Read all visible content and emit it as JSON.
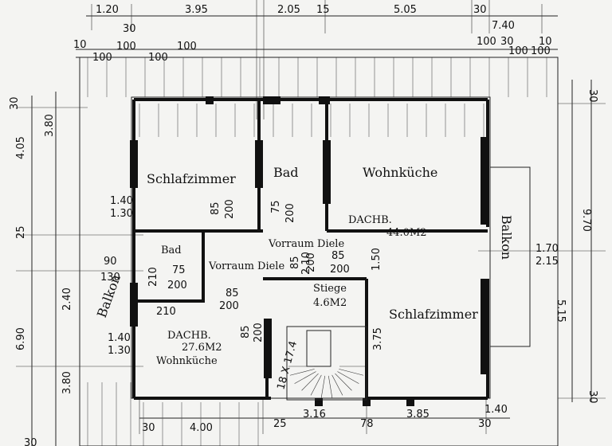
{
  "rooms": {
    "schlafzimmer_top": "Schlafzimmer",
    "bad_top": "Bad",
    "wohnkueche_top": "Wohnküche",
    "bad_small": "Bad",
    "vorraum_diele_left": "Vorraum Diele",
    "vorraum_diele_center": "Vorraum Diele",
    "stiege": "Stiege",
    "stiege_area": "4.6M2",
    "dachb_right": "DACHB.",
    "dachb_right_area": "44.0M2",
    "schlafzimmer_right": "Schlafzimmer",
    "balkon_right": "Balkon",
    "balkon_left": "Balkon",
    "dachb_left": "DACHB.",
    "dachb_left_area": "27.6M2",
    "wohnkueche_left": "Wohnküche"
  },
  "top_dims": [
    "1.20",
    "3.95",
    "2.05",
    "15",
    "5.05",
    "30",
    "7.40",
    "30"
  ],
  "second_row_dims": [
    "10",
    "100",
    "100",
    "100",
    "100",
    "100",
    "100",
    "30",
    "100",
    "10"
  ],
  "left_dims": [
    "30",
    "3.80",
    "4.05",
    "25",
    "2.40",
    "6.90",
    "3.80",
    "30"
  ],
  "right_dims": [
    "30",
    "9.70",
    "5.15",
    "1.70",
    "2.15",
    "30"
  ],
  "bottom_dims": [
    "30",
    "4.00",
    "25",
    "3.16",
    "78",
    "3.85",
    "1.40",
    "30"
  ],
  "door_labels": {
    "d1": "1.40",
    "d1b": "1.30",
    "d2": "85",
    "d2b": "200",
    "d3": "75",
    "d3b": "200",
    "d4": "75",
    "d4b": "200",
    "d5": "85",
    "d5b": "200",
    "d6": "85",
    "d6b": "200",
    "d7": "85",
    "d7b": "200",
    "d8": "85",
    "d8b": "200",
    "d9": "90",
    "d9b": "130",
    "d10": "210",
    "d11": "210",
    "d12": "1.40",
    "d12b": "1.30",
    "d13": "2.10",
    "d14": "1.50",
    "d15": "3.75",
    "d16": "18 X 17.4"
  }
}
